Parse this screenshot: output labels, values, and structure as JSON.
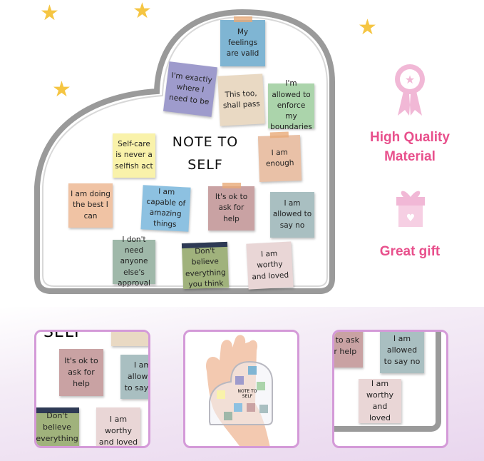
{
  "heart": {
    "title_line1": "NOTE TO",
    "title_line2": "SELF",
    "notes": [
      {
        "text": "My feelings are valid",
        "color": "#7fb5d3"
      },
      {
        "text": "I'm exactly where I need to be",
        "color": "#9e9bcc"
      },
      {
        "text": "This too, shall pass",
        "color": "#e9d9c3"
      },
      {
        "text": "I'm allowed to enforce my boundaries",
        "color": "#abd4ab"
      },
      {
        "text": "Self-care is never a selfish act",
        "color": "#f9f2aa"
      },
      {
        "text": "I am enough",
        "color": "#e9c1a7"
      },
      {
        "text": "I am doing the best I can",
        "color": "#f0c3a4"
      },
      {
        "text": "I am capable of amazing things",
        "color": "#8dc1e1"
      },
      {
        "text": "It's ok to ask for help",
        "color": "#c9a2a3"
      },
      {
        "text": "I am allowed to say no",
        "color": "#a9bfc1"
      },
      {
        "text": "I don't need anyone else's approval",
        "color": "#9fb8a9"
      },
      {
        "text": "Don't believe everything you think",
        "color": "#a0b27c"
      },
      {
        "text": "I am worthy and loved",
        "color": "#e9d6d6"
      }
    ]
  },
  "features": [
    {
      "icon": "award-ribbon-icon",
      "label": "High Quality Material"
    },
    {
      "icon": "gift-box-icon",
      "label": "Great gift"
    }
  ],
  "panels": {
    "left": {
      "title": "SELF",
      "notes": [
        "It's ok to ask for help",
        "I am allowed to say no",
        "Don't believe everything you think",
        "I am worthy and loved"
      ]
    },
    "middle": {
      "title": "NOTE TO SELF"
    },
    "right": {
      "notes": [
        "ok to ask for help",
        "I am allowed to say no",
        "I am worthy and loved"
      ]
    }
  },
  "colors": {
    "accent": "#e8508c",
    "panel_border": "#d49ad8",
    "star": "#f5c542",
    "frame": "#9a9a9a"
  }
}
